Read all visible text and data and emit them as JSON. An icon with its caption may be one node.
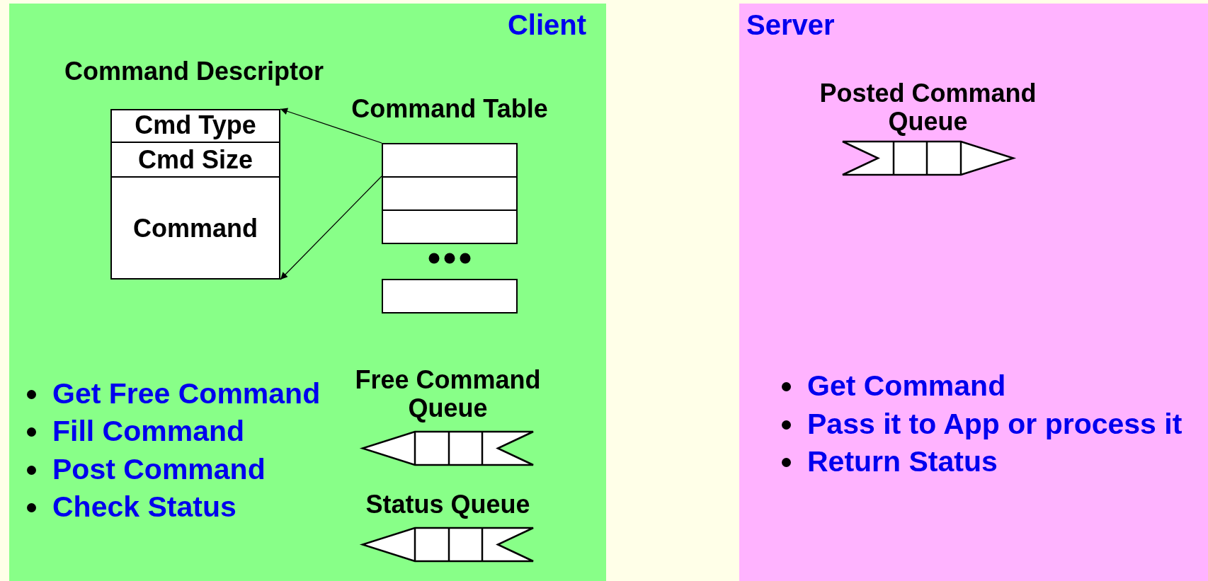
{
  "diagram": {
    "nodes": [
      {
        "text": [
          "Client"
        ]
      },
      {
        "text": [
          "Server"
        ]
      },
      {
        "text": [
          "Command Descriptor"
        ],
        "in": 0
      },
      {
        "text": [
          "Cmd Type"
        ],
        "in": 2
      },
      {
        "text": [
          "Cmd Size"
        ],
        "in": 2
      },
      {
        "text": [
          "Command"
        ],
        "in": 2
      },
      {
        "text": [
          "Command Table"
        ],
        "in": 0
      },
      {
        "text": [],
        "shape": "box",
        "in": 0
      },
      {
        "text": [],
        "shape": "box",
        "in": 0
      },
      {
        "text": [],
        "shape": "box",
        "in": 0
      },
      {
        "text": [],
        "shape": "box",
        "in": 0
      },
      {
        "text": [
          "Free Command Queue"
        ],
        "in": 0
      },
      {
        "text": [
          "Status Queue"
        ],
        "in": 0
      },
      {
        "text": [
          "Posted Command Queue"
        ],
        "in": 1
      }
    ],
    "edges": [
      {
        "from": 7,
        "to": 3,
        "arrow": "to"
      },
      {
        "from": 8,
        "to": 5,
        "arrow": "to"
      }
    ],
    "labels": [
      "Get Free Command",
      "Fill Command",
      "Post Command",
      "Check Status",
      "Get Command",
      "Pass it to App or process it",
      "Return Status"
    ]
  }
}
